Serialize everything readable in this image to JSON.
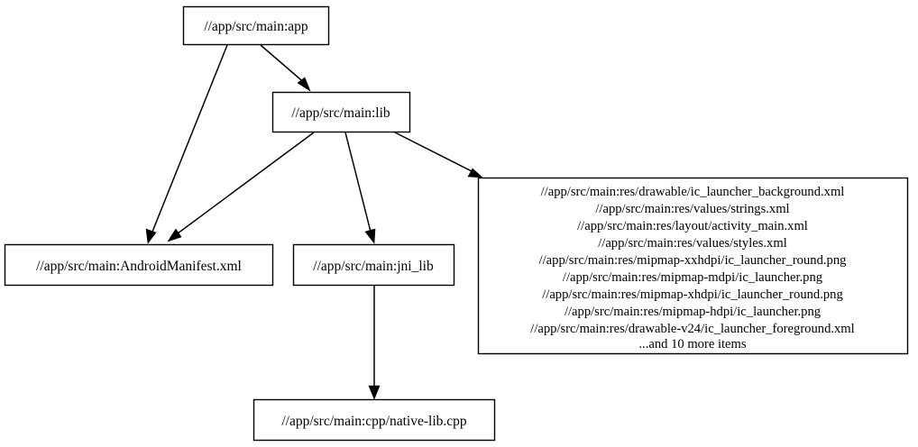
{
  "graph": {
    "type": "directed-dependency-graph",
    "background_color": "#ffffff",
    "node_fill": "#ffffff",
    "node_stroke": "#000000",
    "edge_color": "#000000",
    "nodes": [
      {
        "id": "app",
        "label": "//app/src/main:app"
      },
      {
        "id": "lib",
        "label": "//app/src/main:lib"
      },
      {
        "id": "manifest",
        "label": "//app/src/main:AndroidManifest.xml"
      },
      {
        "id": "jni_lib",
        "label": "//app/src/main:jni_lib"
      },
      {
        "id": "native_lib",
        "label": "//app/src/main:cpp/native-lib.cpp"
      }
    ],
    "cluster_node": {
      "id": "res_cluster",
      "lines": [
        "//app/src/main:res/drawable/ic_launcher_background.xml",
        "//app/src/main:res/values/strings.xml",
        "//app/src/main:res/layout/activity_main.xml",
        "//app/src/main:res/values/styles.xml",
        "//app/src/main:res/mipmap-xxhdpi/ic_launcher_round.png",
        "//app/src/main:res/mipmap-mdpi/ic_launcher.png",
        "//app/src/main:res/mipmap-xhdpi/ic_launcher_round.png",
        "//app/src/main:res/mipmap-hdpi/ic_launcher.png",
        "//app/src/main:res/drawable-v24/ic_launcher_foreground.xml",
        "...and 10 more items"
      ]
    },
    "edges": [
      {
        "from": "app",
        "to": "lib"
      },
      {
        "from": "app",
        "to": "manifest"
      },
      {
        "from": "lib",
        "to": "manifest"
      },
      {
        "from": "lib",
        "to": "jni_lib"
      },
      {
        "from": "lib",
        "to": "res_cluster"
      },
      {
        "from": "jni_lib",
        "to": "native_lib"
      }
    ]
  }
}
